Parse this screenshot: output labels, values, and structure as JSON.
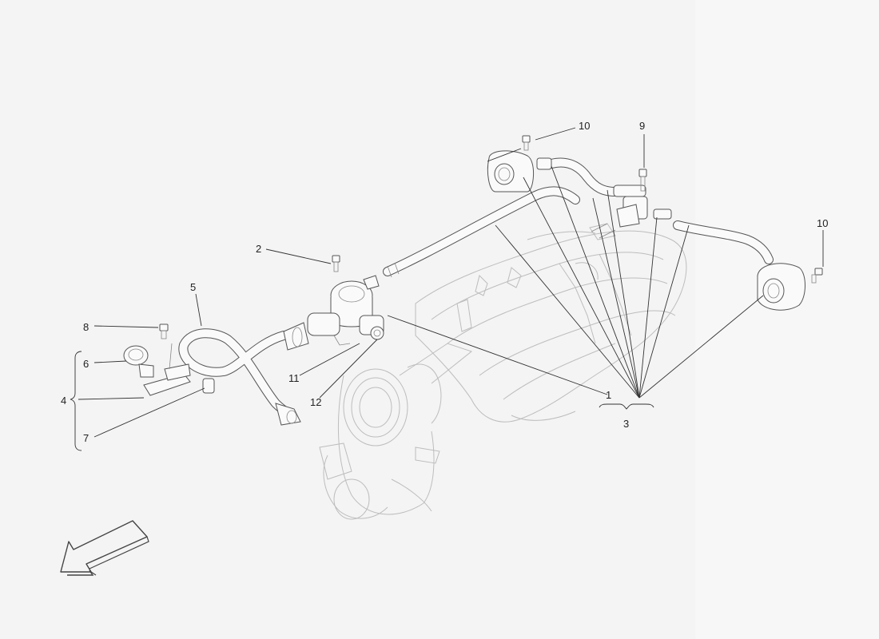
{
  "callouts": {
    "c1": "1",
    "c2": "2",
    "c3": "3",
    "c4": "4",
    "c5": "5",
    "c6": "6",
    "c7": "7",
    "c8": "8",
    "c9": "9",
    "c10a": "10",
    "c10b": "10",
    "c11": "11",
    "c12": "12"
  },
  "icons": {
    "direction": "front-direction-arrow-icon"
  },
  "colors": {
    "background": "#f4f4f4",
    "line": "#333333",
    "ghost": "#bdbdbd"
  }
}
